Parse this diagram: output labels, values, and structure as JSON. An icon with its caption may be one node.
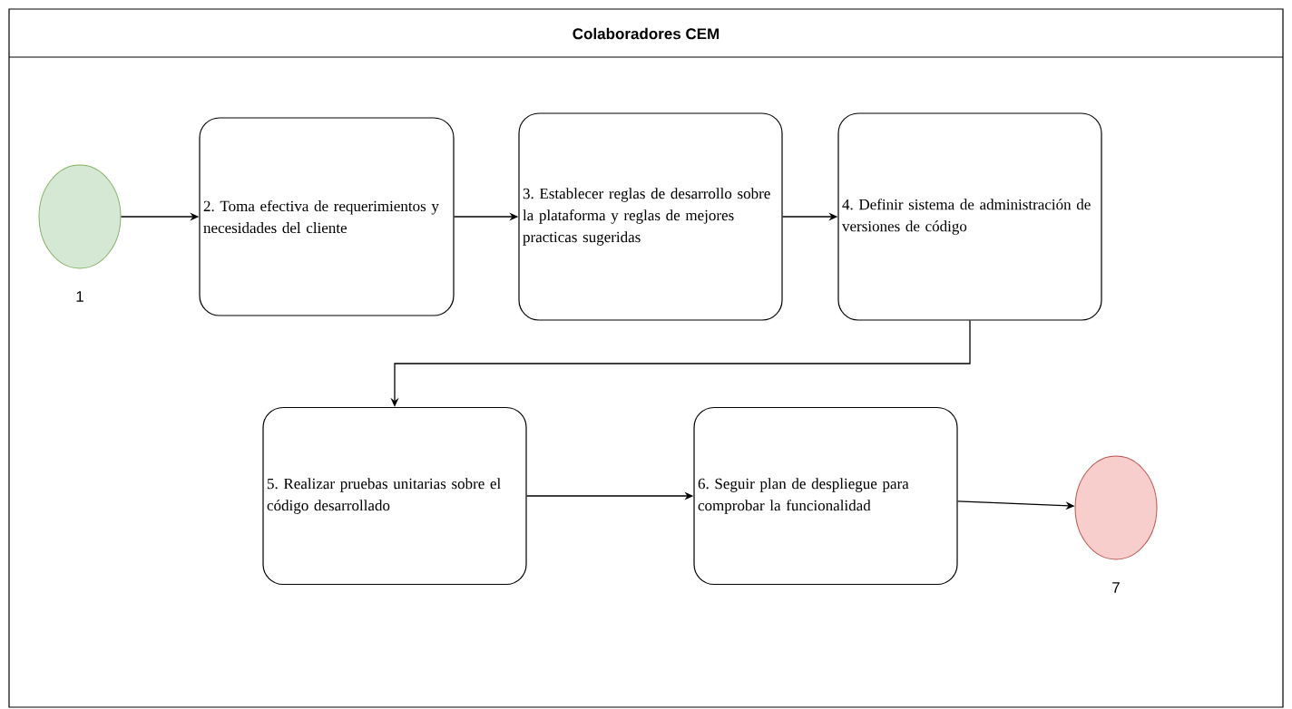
{
  "diagram": {
    "nodes": [
      {
        "text": [
          "Colaboradores CEM"
        ]
      },
      {
        "text": [],
        "shape": "circle",
        "in": 0,
        "beside": [
          "1"
        ]
      },
      {
        "text": [
          "2. Toma efectiva de requerimientos y necesidades del cliente"
        ],
        "in": 0
      },
      {
        "text": [
          "3. Establecer reglas de desarrollo sobre la plataforma y reglas de mejores practicas sugeridas"
        ],
        "in": 0
      },
      {
        "text": [
          "4. Definir sistema de administración de versiones de código"
        ],
        "in": 0
      },
      {
        "text": [
          "5. Realizar pruebas unitarias sobre el código desarrollado"
        ],
        "in": 0
      },
      {
        "text": [
          "6. Seguir plan de despliegue para comprobar la funcionalidad"
        ],
        "in": 0
      },
      {
        "text": [],
        "shape": "circle",
        "in": 0,
        "beside": [
          "7"
        ]
      }
    ],
    "edges": [
      {
        "from": 1,
        "to": 2,
        "arrow": "to"
      },
      {
        "from": 2,
        "to": 3,
        "arrow": "to"
      },
      {
        "from": 3,
        "to": 4,
        "arrow": "to"
      },
      {
        "from": 4,
        "to": 5,
        "arrow": "to"
      },
      {
        "from": 5,
        "to": 6,
        "arrow": "to"
      },
      {
        "from": 6,
        "to": 7,
        "arrow": "to"
      }
    ]
  }
}
